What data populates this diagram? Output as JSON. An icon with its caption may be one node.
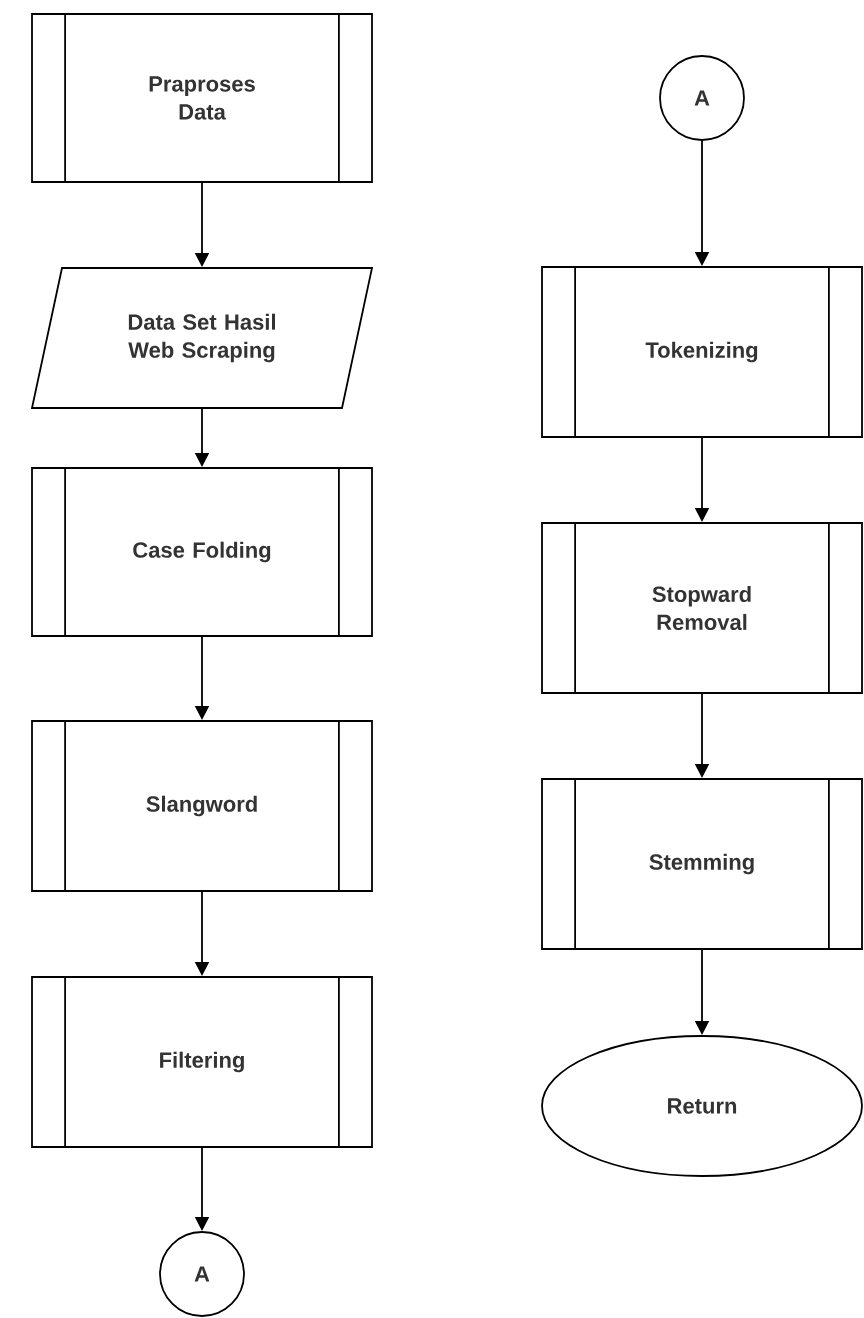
{
  "diagram": {
    "nodes": [
      {
        "text": [
          "Praproses Data"
        ]
      },
      {
        "text": [
          "Data Set Hasil Web Scraping"
        ]
      },
      {
        "text": [
          "Case Folding"
        ]
      },
      {
        "text": [
          "Slangword"
        ]
      },
      {
        "text": [
          "Filtering"
        ]
      },
      {
        "text": [
          "A"
        ]
      },
      {
        "text": [
          "A"
        ]
      },
      {
        "text": [
          "Tokenizing"
        ]
      },
      {
        "text": [
          "Stopward Removal"
        ]
      },
      {
        "text": [
          "Stemming"
        ]
      },
      {
        "text": [
          "Return"
        ]
      }
    ],
    "edges": [
      {
        "from": 0,
        "to": 1,
        "arrow": "to"
      },
      {
        "from": 1,
        "to": 2,
        "arrow": "to"
      },
      {
        "from": 2,
        "to": 3,
        "arrow": "to"
      },
      {
        "from": 3,
        "to": 4,
        "arrow": "to"
      },
      {
        "from": 4,
        "to": 5,
        "arrow": "to"
      },
      {
        "from": 6,
        "to": 7,
        "arrow": "to"
      },
      {
        "from": 7,
        "to": 8,
        "arrow": "to"
      },
      {
        "from": 8,
        "to": 9,
        "arrow": "to"
      },
      {
        "from": 9,
        "to": 10,
        "arrow": "to"
      }
    ]
  }
}
